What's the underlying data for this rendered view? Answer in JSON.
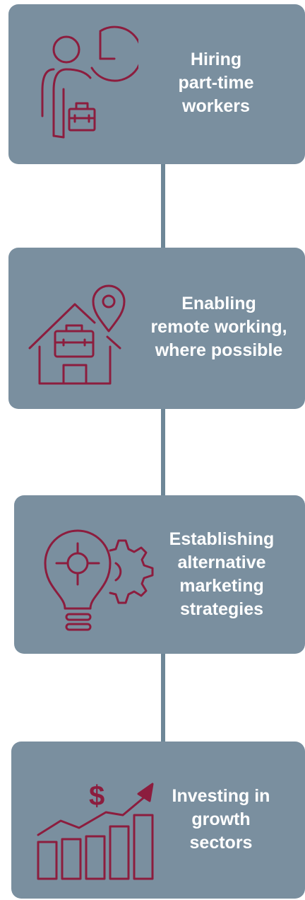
{
  "steps": [
    {
      "label_lines": [
        "Hiring",
        "part-time",
        "workers"
      ],
      "icon": "worker-clock-briefcase-icon"
    },
    {
      "label_lines": [
        "Enabling",
        "remote working,",
        "where possible"
      ],
      "icon": "home-briefcase-location-icon"
    },
    {
      "label_lines": [
        "Establishing",
        "alternative",
        "marketing",
        "strategies"
      ],
      "icon": "lightbulb-gear-icon"
    },
    {
      "label_lines": [
        "Investing in",
        "growth",
        "sectors"
      ],
      "icon": "growth-chart-dollar-icon"
    }
  ],
  "colors": {
    "card": "#7a8f9f",
    "connector": "#6e8797",
    "icon": "#8c1d3e",
    "text": "#ffffff"
  }
}
